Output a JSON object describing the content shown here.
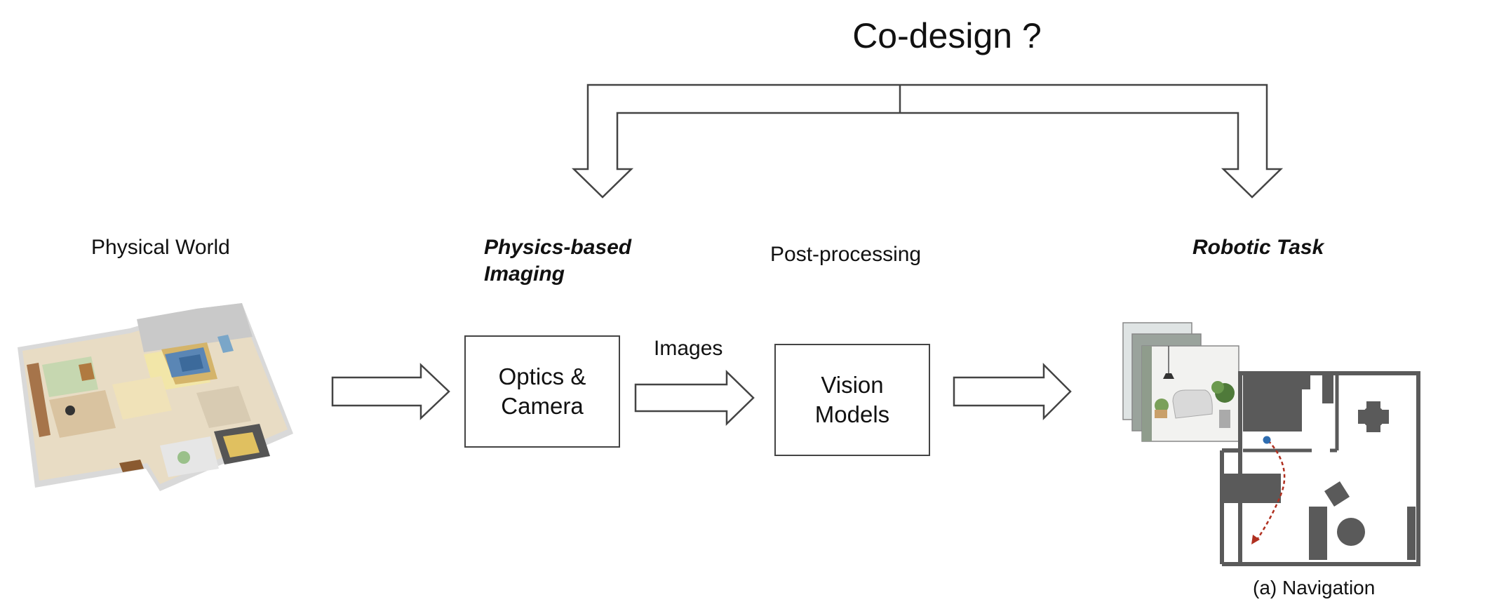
{
  "title": "Co-design ?",
  "stages": {
    "physical_world": "Physical World",
    "imaging": "Physics-based\nImaging",
    "post_processing": "Post-processing",
    "robotic_task": "Robotic Task"
  },
  "boxes": {
    "optics": "Optics &\nCamera",
    "vision": "Vision\nModels"
  },
  "edge_labels": {
    "images": "Images"
  },
  "captions": {
    "navigation": "(a) Navigation"
  },
  "colors": {
    "stroke": "#444444",
    "map_wall": "#5a5a5a",
    "path": "#b03020",
    "robot_dot": "#2f6db0"
  }
}
